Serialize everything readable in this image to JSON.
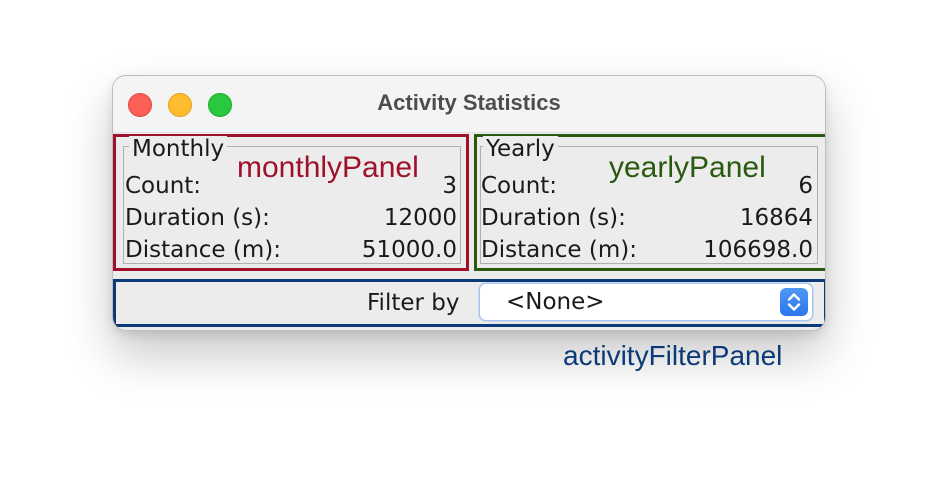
{
  "window": {
    "title": "Activity Statistics"
  },
  "monthly": {
    "title": "Monthly",
    "annotation": "monthlyPanel",
    "rows": [
      {
        "label": "Count:",
        "value": "3"
      },
      {
        "label": "Duration (s):",
        "value": "12000"
      },
      {
        "label": "Distance (m):",
        "value": "51000.0"
      }
    ]
  },
  "yearly": {
    "title": "Yearly",
    "annotation": "yearlyPanel",
    "rows": [
      {
        "label": "Count:",
        "value": "6"
      },
      {
        "label": "Duration (s):",
        "value": "16864"
      },
      {
        "label": "Distance (m):",
        "value": "106698.0"
      }
    ]
  },
  "filter": {
    "label": "Filter by",
    "selected": "<None>",
    "annotation": "activityFilterPanel"
  },
  "colors": {
    "monthly_accent": "#a0102a",
    "yearly_accent": "#2a5a10",
    "filter_accent": "#0c3a78",
    "close": "#fe5f57",
    "minimize": "#febc2e",
    "maximize": "#28c840",
    "select_accent": "#2a76ec"
  },
  "icons": {
    "close": "close-icon",
    "minimize": "minimize-icon",
    "maximize": "maximize-icon",
    "stepper": "up-down-chevron-icon"
  }
}
